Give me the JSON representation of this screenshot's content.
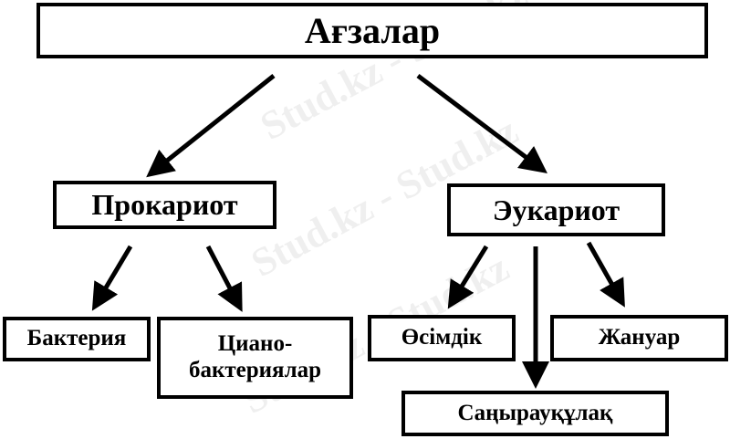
{
  "watermark": "Stud.kz - Stud.kz",
  "root": {
    "label": "Ағзалар"
  },
  "prokaryote": {
    "label": "Прокариот",
    "children": [
      "Бактерия",
      "Циано-\nбактериялар"
    ]
  },
  "eukaryote": {
    "label": "Эукариот",
    "children": [
      "Өсімдік",
      "Жануар",
      "Саңырауқұлақ"
    ]
  }
}
